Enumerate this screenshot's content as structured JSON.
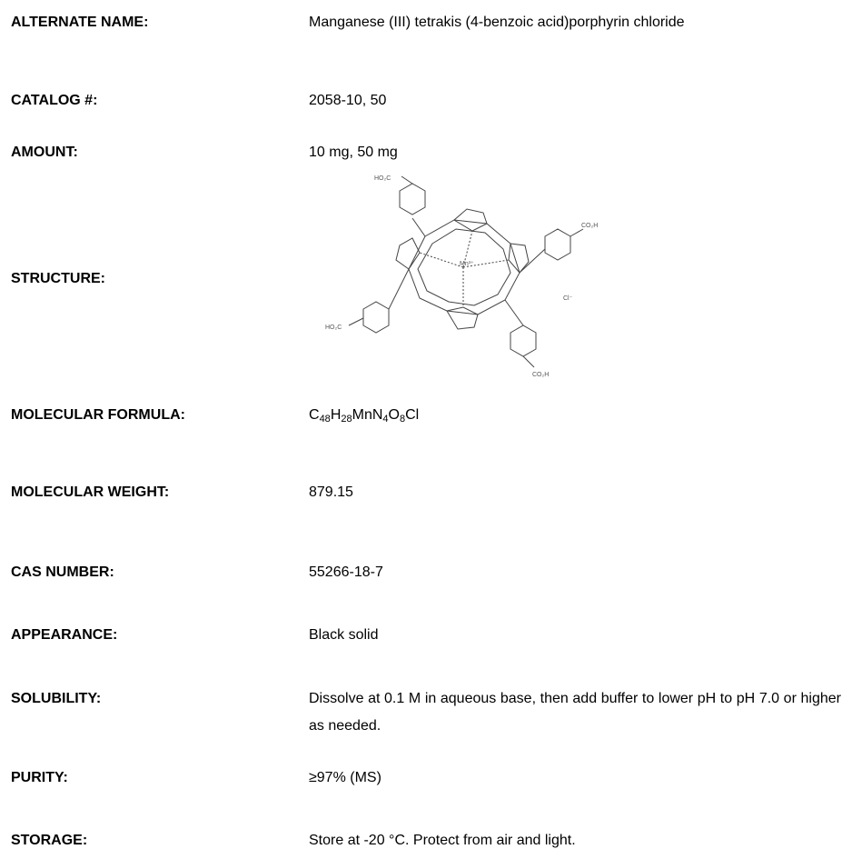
{
  "fields": [
    {
      "label": "ALTERNATE NAME:",
      "value": "Manganese (III) tetrakis (4-benzoic acid)porphyrin chloride"
    },
    {
      "label": "CATALOG #:",
      "value": "2058-10, 50"
    },
    {
      "label": "AMOUNT:",
      "value": "10 mg, 50 mg"
    },
    {
      "label": "STRUCTURE:",
      "value": ""
    },
    {
      "label": "MOLECULAR FORMULA:",
      "value": ""
    },
    {
      "label": "MOLECULAR WEIGHT:",
      "value": "879.15"
    },
    {
      "label": "CAS NUMBER:",
      "value": "55266-18-7"
    },
    {
      "label": "APPEARANCE:",
      "value": "Black solid"
    },
    {
      "label": "SOLUBILITY:",
      "value": "Dissolve at 0.1 M in aqueous base, then add buffer to lower pH to pH 7.0 or higher as needed."
    },
    {
      "label": "PURITY:",
      "value": "≥97% (MS)"
    },
    {
      "label": "STORAGE:",
      "value": "Store at -20 °C. Protect from air and light."
    }
  ],
  "formula": {
    "parts": [
      {
        "t": "C",
        "sub": false
      },
      {
        "t": "48",
        "sub": true
      },
      {
        "t": "H",
        "sub": false
      },
      {
        "t": "28",
        "sub": true
      },
      {
        "t": "MnN",
        "sub": false
      },
      {
        "t": "4",
        "sub": true
      },
      {
        "t": "O",
        "sub": false
      },
      {
        "t": "8",
        "sub": true
      },
      {
        "t": "Cl",
        "sub": false
      }
    ]
  },
  "structure_labels": {
    "top_left": "HO₂C",
    "right": "CO₂H",
    "bottom_left": "HO₂C",
    "bottom_right": "CO₂H",
    "metal": "Mn³⁺",
    "counter_ion": "Cl⁻"
  }
}
